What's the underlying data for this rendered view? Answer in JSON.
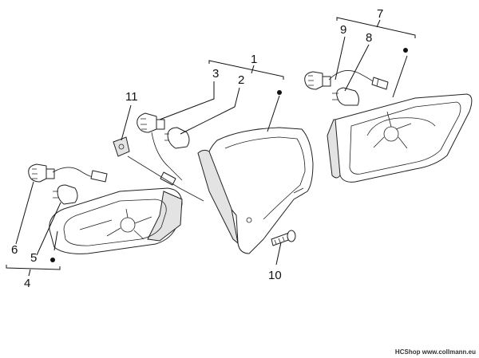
{
  "callouts": {
    "c1": "1",
    "c2": "2",
    "c3": "3",
    "c4": "4",
    "c5": "5",
    "c6": "6",
    "c7": "7",
    "c8": "8",
    "c9": "9",
    "c10": "10",
    "c11": "11"
  },
  "watermark": {
    "brand": "HCShop",
    "site": "www.collmann.eu"
  },
  "colors": {
    "line": "#222222",
    "shade": "#e3e3e3",
    "background": "#ffffff"
  }
}
